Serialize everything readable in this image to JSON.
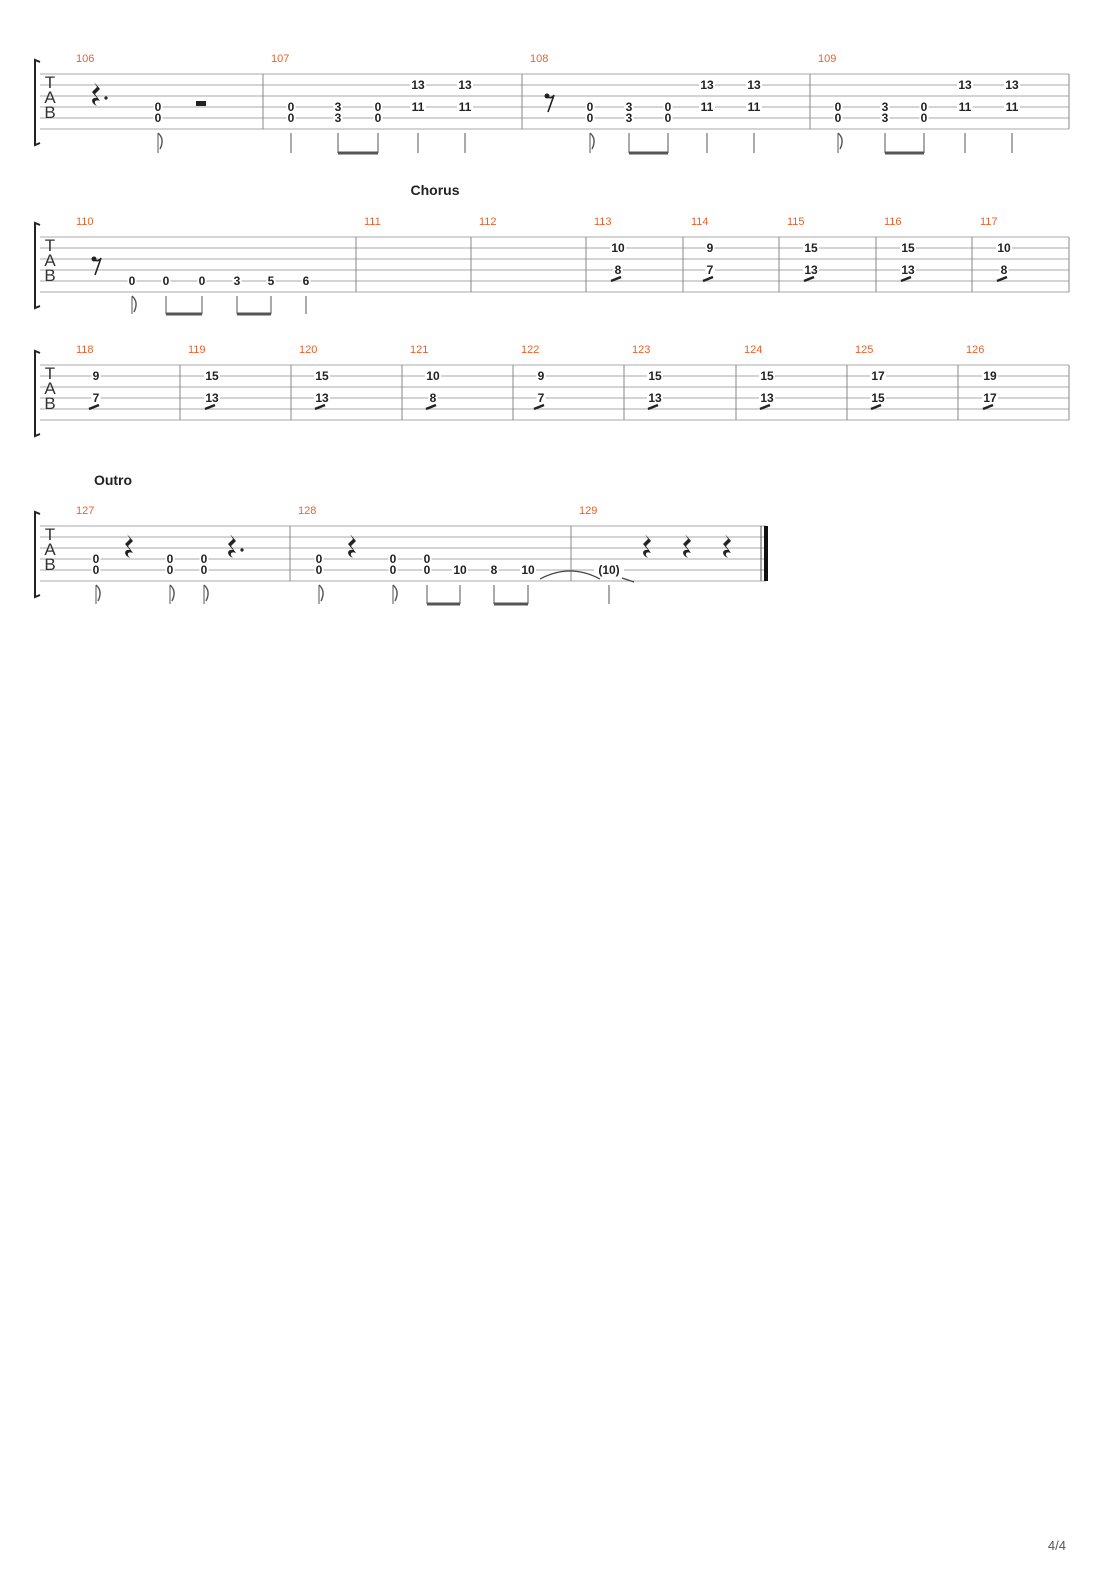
{
  "tab_letters": [
    "T",
    "A",
    "B"
  ],
  "systems": [
    {
      "measures": [
        {
          "number": "106",
          "rests": [
            "quarter-dotted",
            "half"
          ],
          "notes": [
            [
              "0",
              "0"
            ]
          ]
        },
        {
          "number": "107",
          "notes": [
            [
              "0",
              "0"
            ],
            [
              "3",
              "3"
            ],
            [
              "0",
              "0"
            ],
            [
              "13",
              "11"
            ],
            [
              "13",
              "11"
            ]
          ]
        },
        {
          "number": "108",
          "rests": [
            "eighth"
          ],
          "notes": [
            [
              "0",
              "0"
            ],
            [
              "3",
              "3"
            ],
            [
              "0",
              "0"
            ],
            [
              "13",
              "11"
            ],
            [
              "13",
              "11"
            ]
          ]
        },
        {
          "number": "109",
          "notes": [
            [
              "0",
              "0"
            ],
            [
              "3",
              "3"
            ],
            [
              "0",
              "0"
            ],
            [
              "13",
              "11"
            ],
            [
              "13",
              "11"
            ]
          ]
        }
      ]
    },
    {
      "section": "Chorus",
      "measures": [
        {
          "number": "110",
          "rests": [
            "eighth"
          ],
          "notes": [
            [
              "0"
            ],
            [
              "0"
            ],
            [
              "0"
            ],
            [
              "3"
            ],
            [
              "5"
            ],
            [
              "6"
            ]
          ]
        },
        {
          "number": "111",
          "notes": []
        },
        {
          "number": "112",
          "notes": []
        },
        {
          "number": "113",
          "notes": [
            [
              "10",
              "8"
            ]
          ]
        },
        {
          "number": "114",
          "notes": [
            [
              "9",
              "7"
            ]
          ]
        },
        {
          "number": "115",
          "notes": [
            [
              "15",
              "13"
            ]
          ]
        },
        {
          "number": "116",
          "notes": [
            [
              "15",
              "13"
            ]
          ]
        },
        {
          "number": "117",
          "notes": [
            [
              "10",
              "8"
            ]
          ]
        }
      ]
    },
    {
      "measures": [
        {
          "number": "118",
          "notes": [
            [
              "9",
              "7"
            ]
          ]
        },
        {
          "number": "119",
          "notes": [
            [
              "15",
              "13"
            ]
          ]
        },
        {
          "number": "120",
          "notes": [
            [
              "15",
              "13"
            ]
          ]
        },
        {
          "number": "121",
          "notes": [
            [
              "10",
              "8"
            ]
          ]
        },
        {
          "number": "122",
          "notes": [
            [
              "9",
              "7"
            ]
          ]
        },
        {
          "number": "123",
          "notes": [
            [
              "15",
              "13"
            ]
          ]
        },
        {
          "number": "124",
          "notes": [
            [
              "15",
              "13"
            ]
          ]
        },
        {
          "number": "125",
          "notes": [
            [
              "17",
              "15"
            ]
          ]
        },
        {
          "number": "126",
          "notes": [
            [
              "19",
              "17"
            ]
          ]
        }
      ]
    },
    {
      "section": "Outro",
      "measures": [
        {
          "number": "127",
          "rests": [
            "quarter",
            "quarter-dotted"
          ],
          "notes": [
            [
              "0",
              "0"
            ],
            [
              "0",
              "0"
            ],
            [
              "0",
              "0"
            ]
          ]
        },
        {
          "number": "128",
          "rests": [
            "quarter"
          ],
          "notes": [
            [
              "0",
              "0"
            ],
            [
              "0",
              "0"
            ],
            [
              "0",
              "0"
            ],
            [
              "10"
            ],
            [
              "8"
            ],
            [
              "10"
            ]
          ]
        },
        {
          "number": "129",
          "rests": [
            "quarter",
            "quarter",
            "quarter"
          ],
          "notes": [
            [
              "(10)"
            ]
          ]
        }
      ]
    }
  ],
  "page_number": "4/4"
}
